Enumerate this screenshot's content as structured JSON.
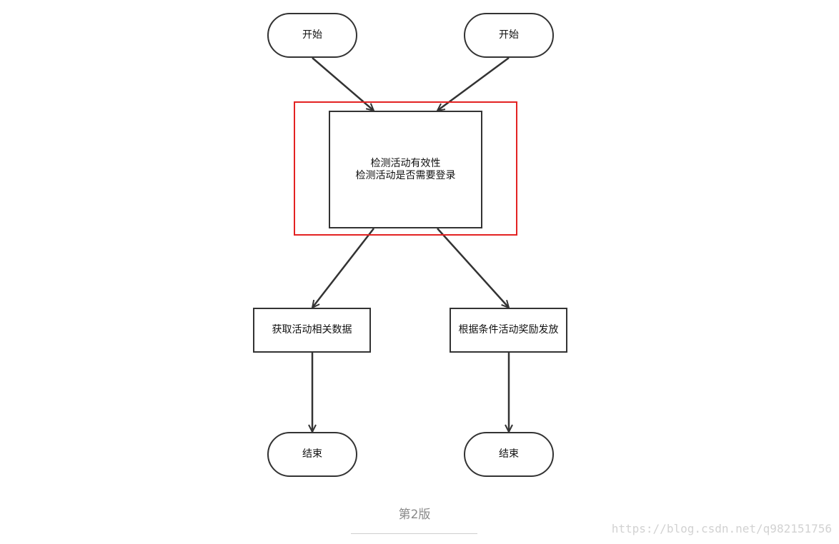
{
  "diagram": {
    "nodes": {
      "start_left": "开始",
      "start_right": "开始",
      "check_line1": "检测活动有效性",
      "check_line2": "检测活动是否需要登录",
      "fetch": "获取活动相关数据",
      "reward": "根据条件活动奖励发放",
      "end_left": "结束",
      "end_right": "结束"
    },
    "colors": {
      "stroke": "#333333",
      "highlight": "#e32222",
      "caption": "#8a8a8a",
      "watermark": "#d2d2d2"
    }
  },
  "caption": "第2版",
  "watermark": "https://blog.csdn.net/q982151756"
}
